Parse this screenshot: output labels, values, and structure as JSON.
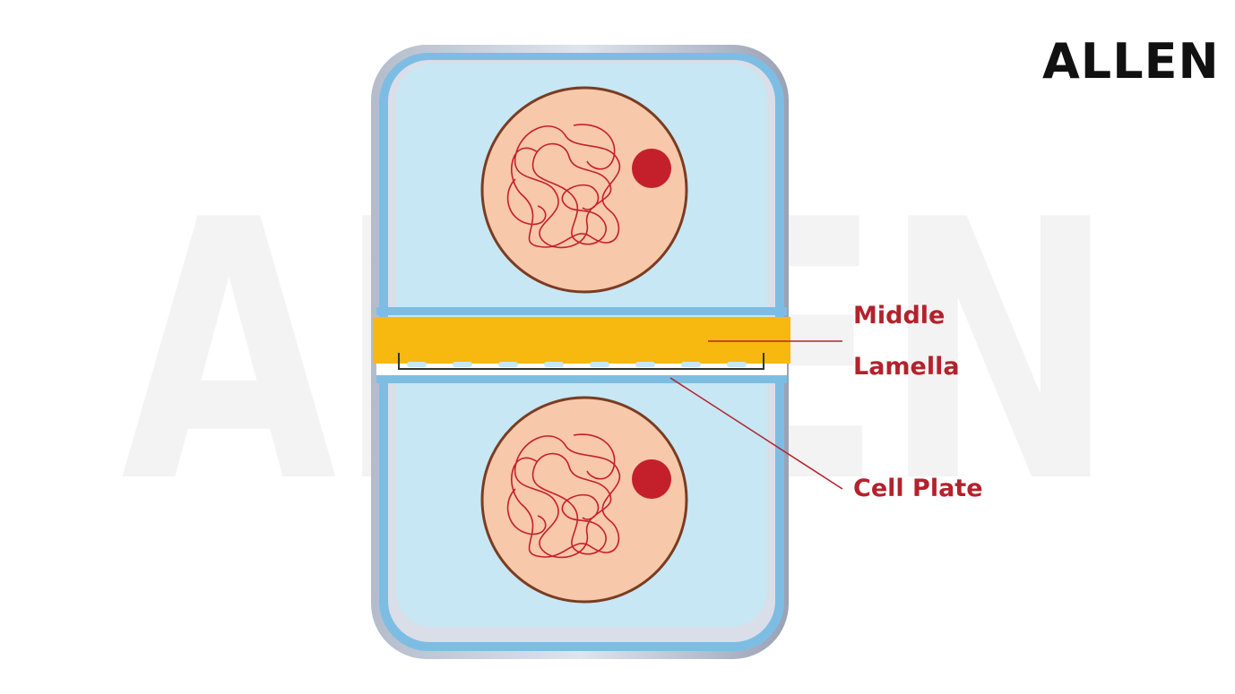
{
  "brand": {
    "logo_text": "ALLEN",
    "watermark_text": "ALLEN"
  },
  "labels": {
    "middle": "Middle",
    "lamella": "Lamella",
    "cell_plate": "Cell Plate"
  },
  "colors": {
    "label_red": "#b3222c",
    "cytoplasm": "#c7e7f4",
    "cell_wall": "#7dbde3",
    "middle_lamella": "#f7b80f",
    "nucleus": "#f7c8a9",
    "nucleus_border": "#7a3c22",
    "nucleolus": "#c4202b",
    "chromatin": "#c4202b"
  }
}
